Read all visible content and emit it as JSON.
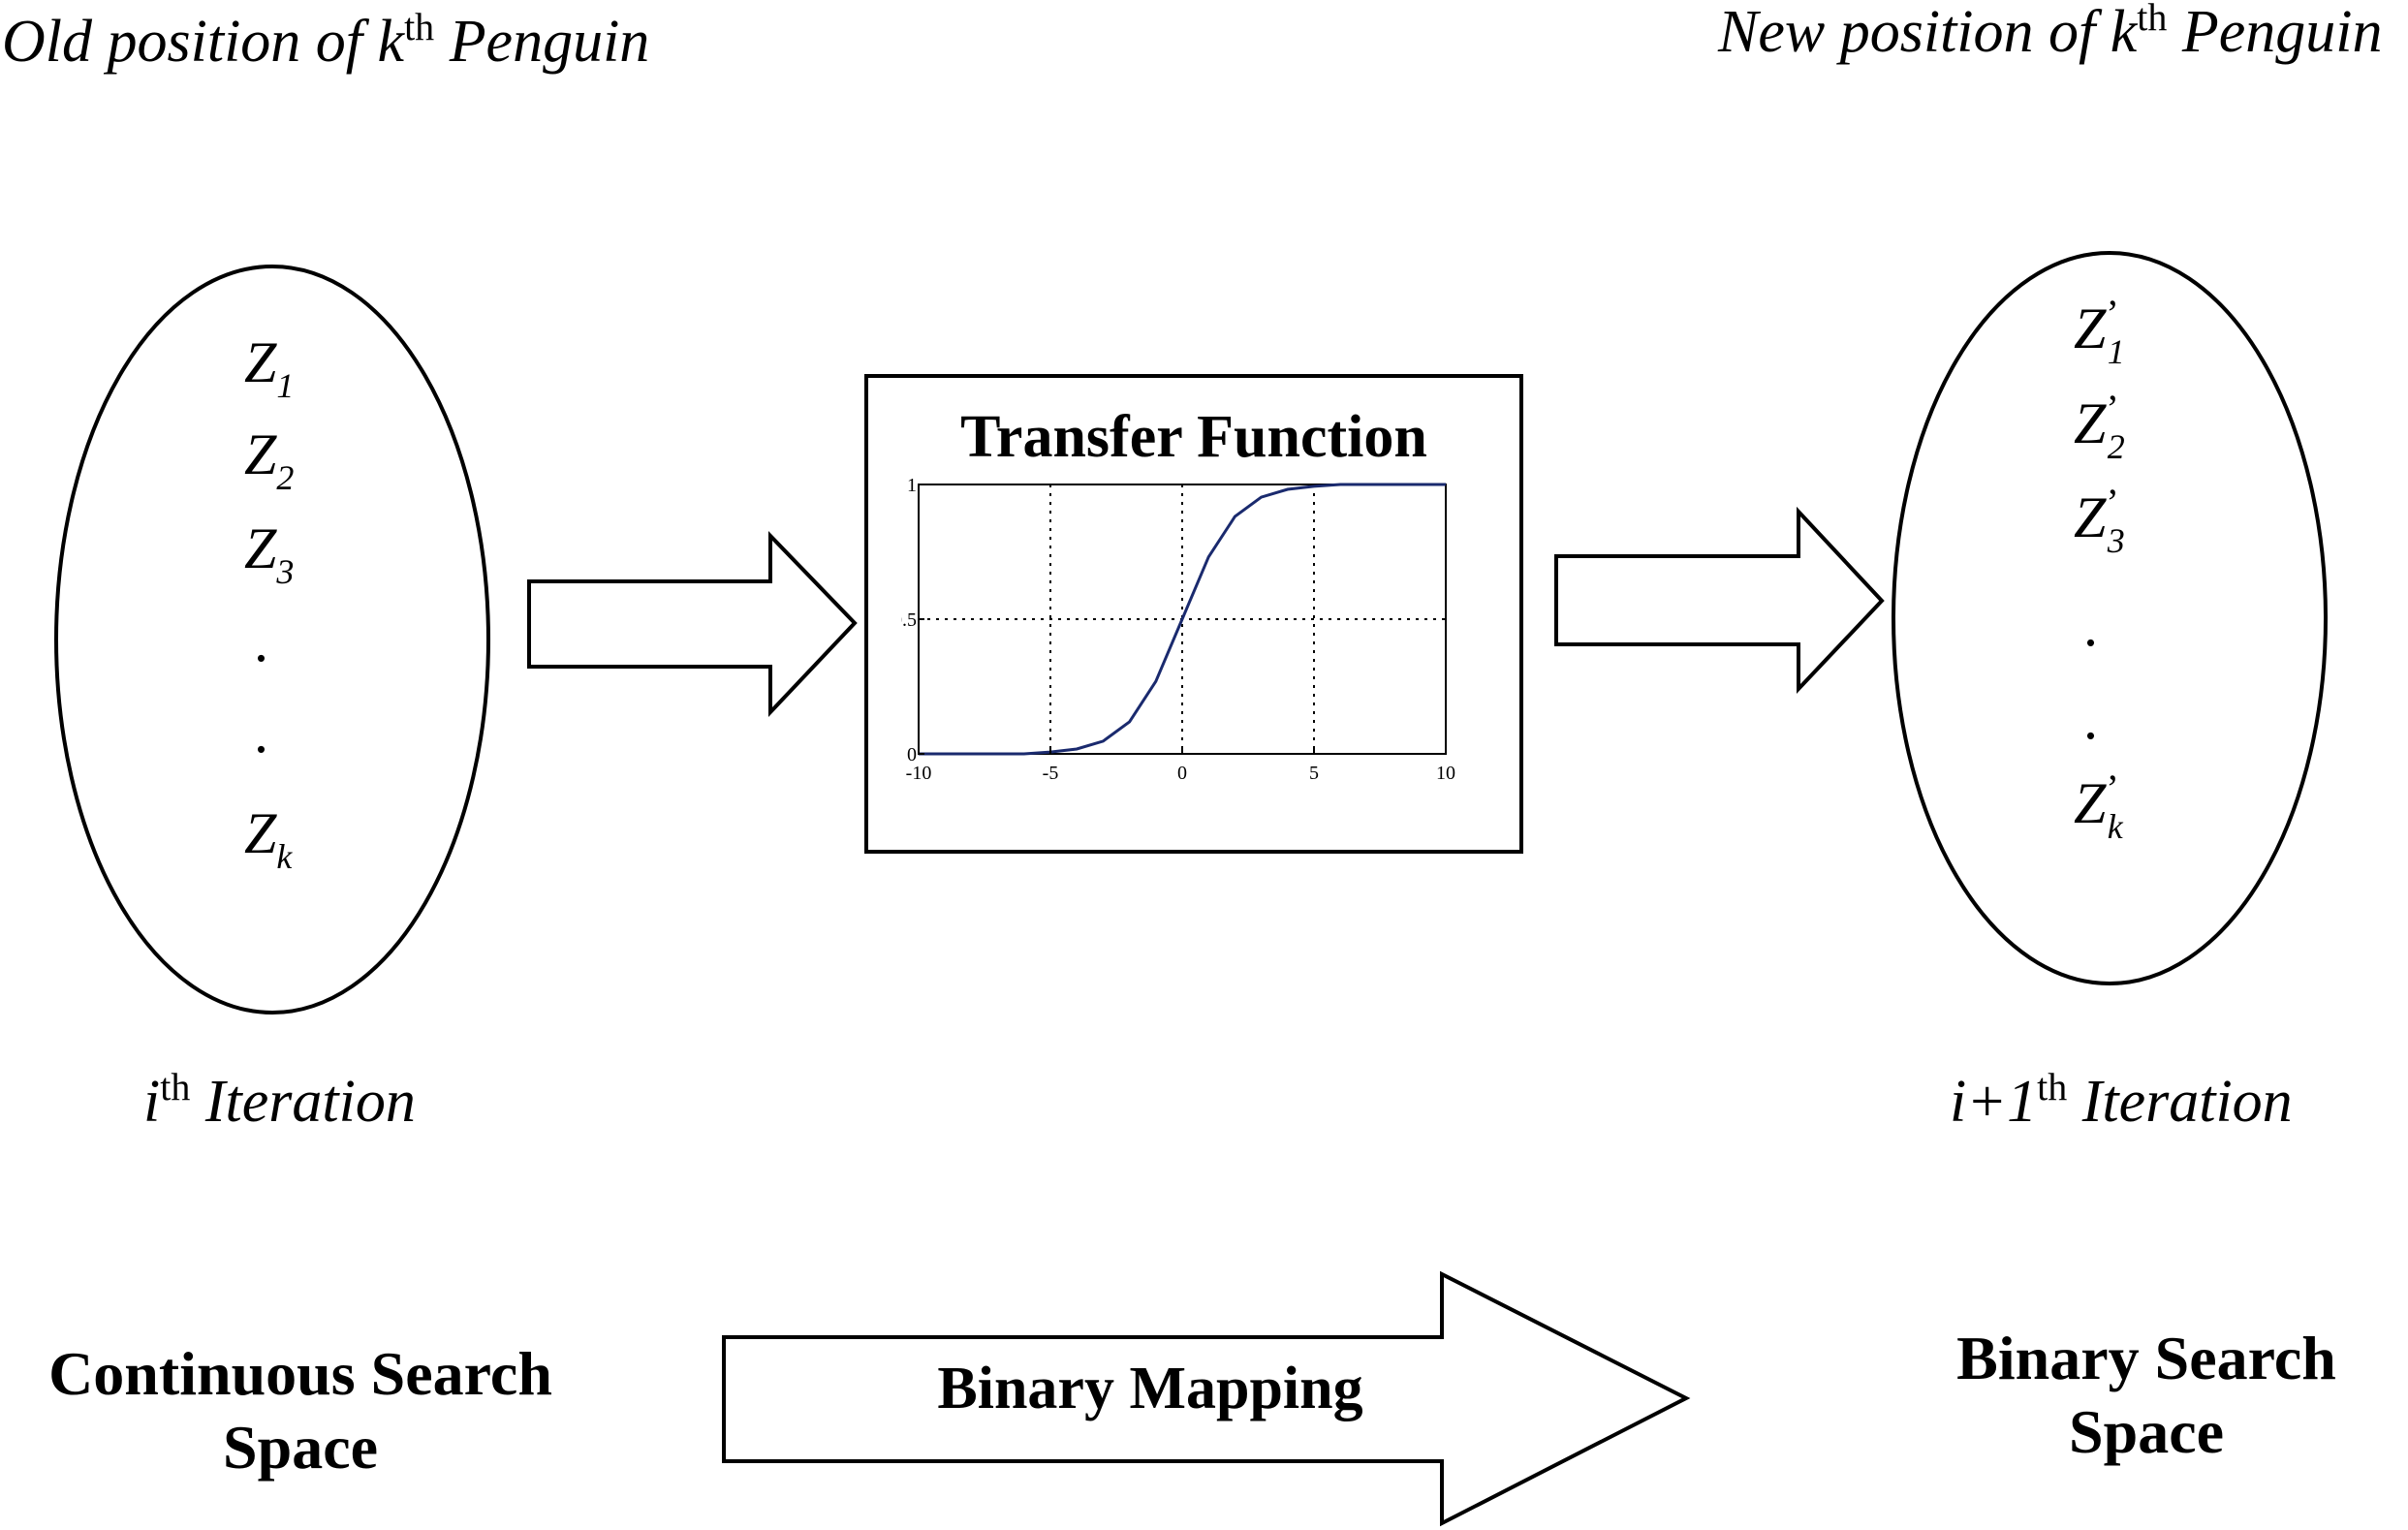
{
  "top_left_caption": {
    "prefix": "Old position of k",
    "sup": "th",
    "suffix": " Penguin"
  },
  "top_right_caption": {
    "prefix": "New position of k",
    "sup": "th",
    "suffix": " Penguin"
  },
  "left_set": {
    "items": [
      {
        "base": "Z",
        "sub": "1"
      },
      {
        "base": "Z",
        "sub": "2"
      },
      {
        "base": "Z",
        "sub": "3"
      },
      {
        "dot": "."
      },
      {
        "dot": "."
      },
      {
        "base": "Z",
        "sub": "k"
      }
    ]
  },
  "right_set": {
    "items": [
      {
        "base": "Z",
        "prime": "’",
        "sub": "1"
      },
      {
        "base": "Z",
        "prime": "’",
        "sub": "2"
      },
      {
        "base": "Z",
        "prime": "’",
        "sub": "3"
      },
      {
        "dot": "."
      },
      {
        "dot": "."
      },
      {
        "base": "Z",
        "prime": "’",
        "sub": "k"
      }
    ]
  },
  "left_iteration": {
    "prefix": "i",
    "sup": "th",
    "suffix": " Iteration"
  },
  "right_iteration": {
    "prefix": "i+1",
    "sup": "th",
    "suffix": " Iteration"
  },
  "transfer_box": {
    "title": "Transfer Function"
  },
  "chart_data": {
    "type": "line",
    "function": "sigmoid",
    "x": [
      -10,
      -8,
      -6,
      -5,
      -4,
      -3,
      -2,
      -1,
      0,
      1,
      2,
      3,
      4,
      5,
      6,
      8,
      10
    ],
    "y": [
      0.0,
      0.0,
      0.0,
      0.007,
      0.018,
      0.047,
      0.119,
      0.269,
      0.5,
      0.731,
      0.881,
      0.953,
      0.982,
      0.993,
      1.0,
      1.0,
      1.0
    ],
    "xlim": [
      -10,
      10
    ],
    "ylim": [
      0,
      1
    ],
    "xticks": [
      "-10",
      "-5",
      "0",
      "5",
      "10"
    ],
    "yticks": [
      "0",
      "0.5",
      "1"
    ],
    "grid": "dotted",
    "line_color": "#1a2a6e",
    "title": "",
    "xlabel": "",
    "ylabel": ""
  },
  "bottom_left_label": {
    "line1": "Continuous Search",
    "line2": "Space"
  },
  "bottom_right_label": {
    "line1": "Binary Search",
    "line2": "Space"
  },
  "mapping_arrow": {
    "label": "Binary Mapping"
  }
}
